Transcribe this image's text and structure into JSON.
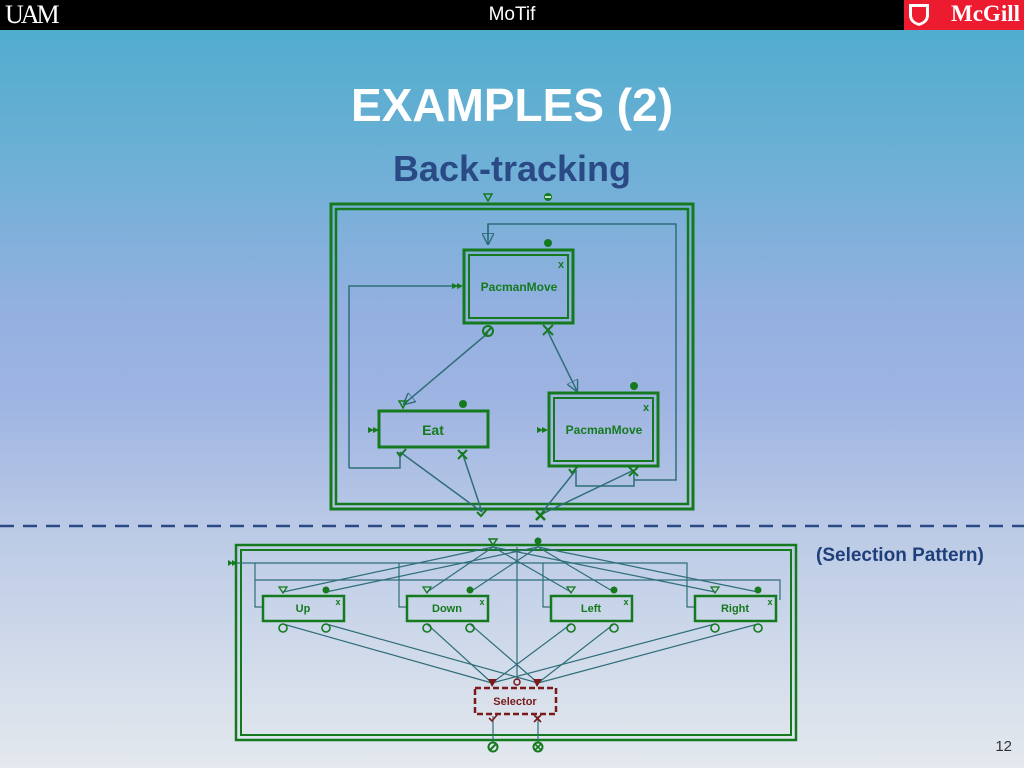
{
  "header": {
    "title": "MoTif",
    "left_logo": "UAM",
    "right_logo": "McGill"
  },
  "slide": {
    "title": "EXAMPLES (2)",
    "subtitle": "Back-tracking",
    "annotation": "(Selection Pattern)",
    "page_number": "12"
  },
  "diagram": {
    "backtracking_rules": [
      "PacmanMove",
      "Eat",
      "PacmanMove"
    ],
    "selection_rules": [
      "Up",
      "Down",
      "Left",
      "Right"
    ],
    "selector_label": "Selector",
    "rule_marker": "x"
  },
  "colors": {
    "green": "#157a1e",
    "line": "#2f6e7a",
    "selector": "#7a1a1a",
    "title": "#ffffff",
    "subtitle": "#2a4a86"
  }
}
